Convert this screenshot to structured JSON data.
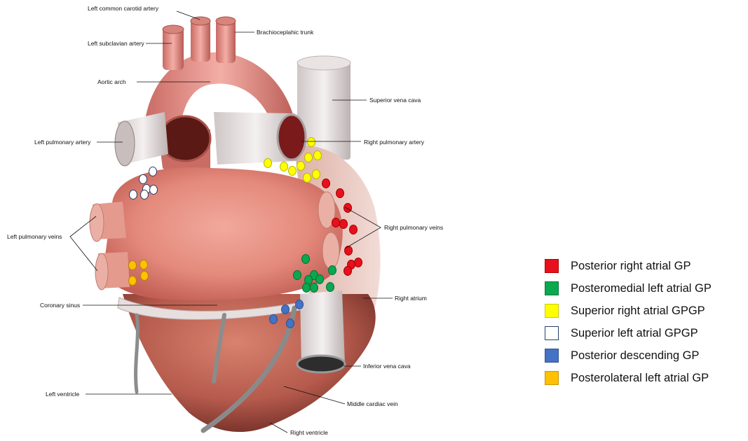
{
  "labels": {
    "left_common_carotid": "Left common carotid artery",
    "brachiocephalic": "Brachioceplahic trunk",
    "left_subclavian": "Left subclavian artery",
    "aortic_arch": "Aortic arch",
    "superior_vena_cava": "Superior vena cava",
    "left_pulmonary_artery": "Left pulmonary artery",
    "right_pulmonary_artery": "Right pulmonary artery",
    "left_pulmonary_veins": "Left pulmonary veins",
    "right_pulmonary_veins": "Right pulmonary veins",
    "coronary_sinus": "Coronary sinus",
    "right_atrium": "Right atrium",
    "inferior_vena_cava": "Inferior vena cava",
    "left_ventricle": "Left ventricle",
    "middle_cardiac_vein": "Middle cardiac vein",
    "right_ventricle": "Right ventricle"
  },
  "legend": [
    {
      "label": "Posterior right atrial  GP",
      "color": "#e8101c",
      "border": "#b30000"
    },
    {
      "label": "Posteromedial left atrial GP",
      "color": "#0aa84f",
      "border": "#067a38"
    },
    {
      "label": "Superior right atrial GPGP",
      "color": "#ffff00",
      "border": "#c9c900"
    },
    {
      "label": "Superior left atrial GPGP",
      "color": "#ffffff",
      "border": "#2b3f6b"
    },
    {
      "label": "Posterior descending GP",
      "color": "#4472c4",
      "border": "#2f528f"
    },
    {
      "label": "Posterolateral left atrial GP",
      "color": "#ffc000",
      "border": "#c99700"
    }
  ]
}
